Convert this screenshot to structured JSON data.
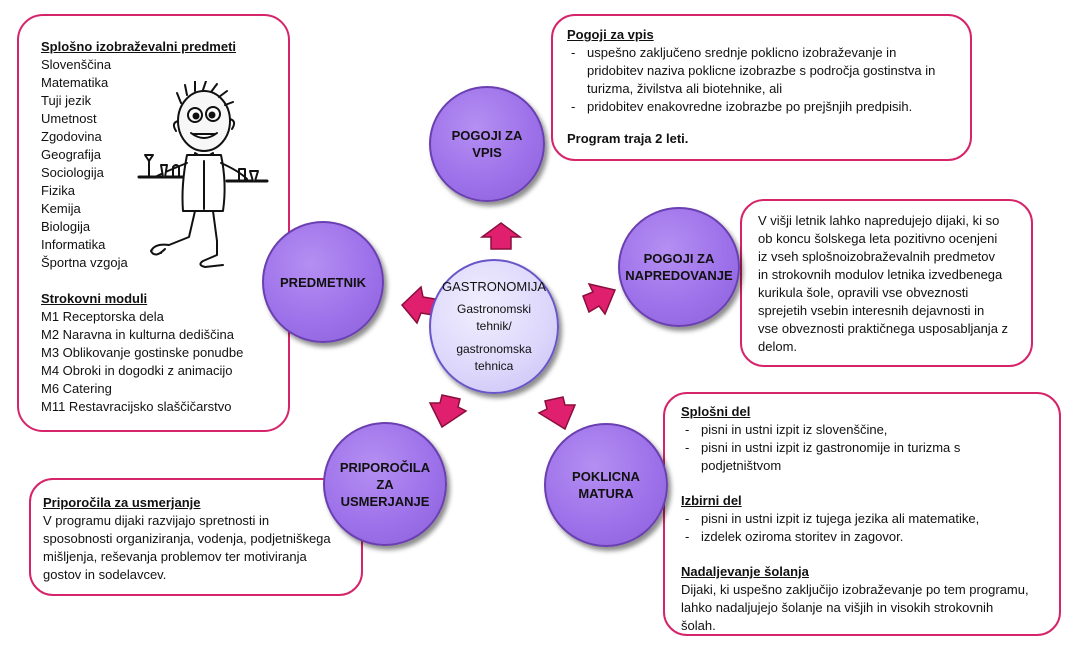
{
  "colors": {
    "accent": "#d5246a",
    "circle_fill": "#9e72ea",
    "center_fill": "#dcd6fb"
  },
  "center": {
    "title": "GASTRONOMIJA",
    "sub": [
      "Gastronomski",
      "tehnik/",
      "gastronomska",
      "tehnica"
    ]
  },
  "circles": {
    "pogoji_za_vpis": [
      "POGOJI ZA",
      "VPIS"
    ],
    "pogoji_za_napredovanje": [
      "POGOJI ZA",
      "NAPREDOVANJE"
    ],
    "poklicna_matura": [
      "POKLICNA",
      "MATURA"
    ],
    "priporocila": [
      "PRIPOROČILA",
      "ZA",
      "USMERJANJE"
    ],
    "predmetnik": [
      "PREDMETNIK"
    ]
  },
  "left_box": {
    "general_title": "Splošno izobraževalni predmeti",
    "subjects": [
      "Slovenščina",
      "Matematika",
      "Tuji jezik",
      "Umetnost",
      "Zgodovina",
      "Geografija",
      "Sociologija",
      "Fizika",
      "Kemija",
      "Biologija",
      "Informatika",
      "Športna vzgoja"
    ],
    "modules_title": "Strokovni moduli",
    "modules": [
      "M1  Receptorska dela",
      "M2  Naravna in kulturna dediščina",
      "M3  Oblikovanje gostinske ponudbe",
      "M4  Obroki in dogodki z animacijo",
      "M6  Catering",
      "M11  Restavracijsko slaščičarstvo"
    ]
  },
  "top_right_box": {
    "title": "Pogoji  za vpis",
    "items": [
      [
        "uspešno zaključeno srednje poklicno izobraževanje in",
        "pridobitev naziva poklicne izobrazbe s področja gostinstva in",
        "turizma, živilstva ali biotehnike, ali"
      ],
      [
        "pridobitev enakovredne izobrazbe po prejšnjih predpisih."
      ]
    ],
    "footer": "Program traja 2 leti."
  },
  "mid_right_box": {
    "lines": [
      "V višji letnik lahko napredujejo dijaki, ki so",
      "ob koncu šolskega leta pozitivno ocenjeni",
      "iz vseh splošnoizobraževalnih predmetov",
      "in strokovnih modulov letnika izvedbenega",
      "kurikula šole, opravili vse obveznosti",
      "sprejetih vsebin interesnih dejavnosti in",
      "vse obveznosti praktičnega usposabljanja z",
      "delom."
    ]
  },
  "bottom_right_box": {
    "general_title": "Splošni del",
    "general_items": [
      [
        "pisni in ustni izpit iz slovenščine,"
      ],
      [
        "pisni in ustni izpit iz gastronomije in turizma s",
        "podjetništvom"
      ]
    ],
    "elective_title": "Izbirni del",
    "elective_items": [
      [
        "pisni in ustni izpit iz tujega jezika ali matematike,"
      ],
      [
        "izdelek oziroma storitev in zagovor."
      ]
    ],
    "continue_title": "Nadaljevanje šolanja",
    "continue_lines": [
      "Dijaki, ki uspešno zaključijo izobraževanje po tem programu,",
      "lahko nadaljujejo šolanje na  višjih in visokih  strokovnih",
      "šolah."
    ]
  },
  "bottom_left_box": {
    "title": "Priporočila za usmerjanje",
    "lines": [
      "V programu dijaki razvijajo spretnosti in",
      "sposobnosti organiziranja, vodenja, podjetniškega",
      "mišljenja, reševanja problemov ter motiviranja",
      "gostov in sodelavcev."
    ]
  }
}
